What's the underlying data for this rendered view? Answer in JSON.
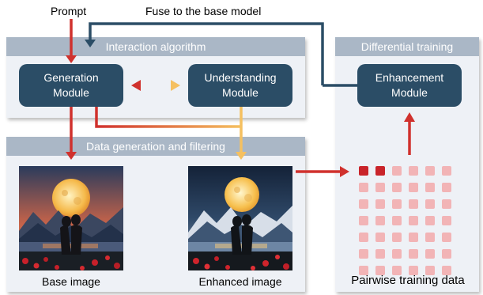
{
  "labels": {
    "prompt": "Prompt",
    "fuse": "Fuse to the base model"
  },
  "panels": {
    "interaction": {
      "title": "Interaction algorithm"
    },
    "data_gen": {
      "title": "Data generation and filtering"
    },
    "differential": {
      "title": "Differential training"
    }
  },
  "modules": {
    "generation": {
      "line1": "Generation",
      "line2": "Module"
    },
    "understanding": {
      "line1": "Understanding",
      "line2": "Module"
    },
    "enhancement": {
      "line1": "Enhancement",
      "line2": "Module"
    }
  },
  "images": {
    "base": {
      "caption": "Base image"
    },
    "enhanced": {
      "caption": "Enhanced image"
    }
  },
  "training_data": {
    "caption": "Pairwise training data",
    "rows": 7,
    "cols": 6,
    "highlighted_cells": 2
  },
  "colors": {
    "red_arrow": "#d0312d",
    "yellow_arrow": "#f5c060",
    "navy_arrow": "#2b4d66",
    "module_fill": "#2b4d66",
    "panel_fill": "#eef1f6",
    "panel_header": "#aab7c6",
    "cell_dark": "#c9242a",
    "cell_light": "#f2b4b6"
  }
}
